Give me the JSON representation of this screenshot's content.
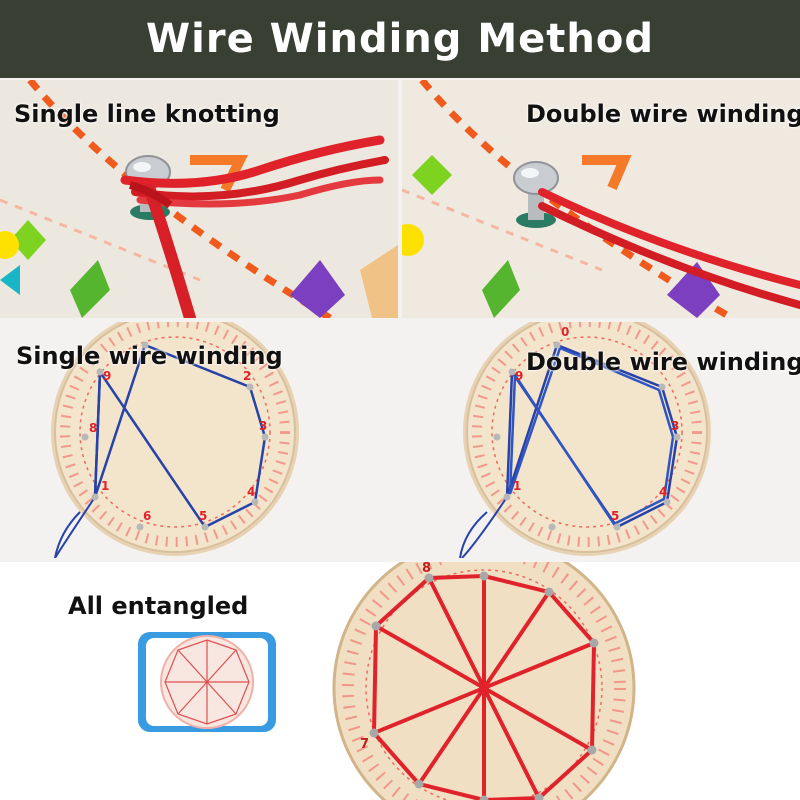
{
  "title": "Wire Winding Method",
  "panels": {
    "top_left": {
      "label": "Single line knotting"
    },
    "top_right": {
      "label": "Double wire winding"
    },
    "mid_left": {
      "label": "Single wire winding"
    },
    "mid_right": {
      "label": "Double wire winding"
    },
    "bottom": {
      "label": "All entangled"
    }
  },
  "colors": {
    "header": "#3a3f33",
    "thread_red": "#e0232a",
    "thread_blue": "#2742a8",
    "wood": "#efdcc2",
    "card_border": "#3a9ce0"
  },
  "board_numbers": [
    "0",
    "1",
    "2",
    "3",
    "4",
    "5",
    "6",
    "7",
    "8",
    "9"
  ]
}
